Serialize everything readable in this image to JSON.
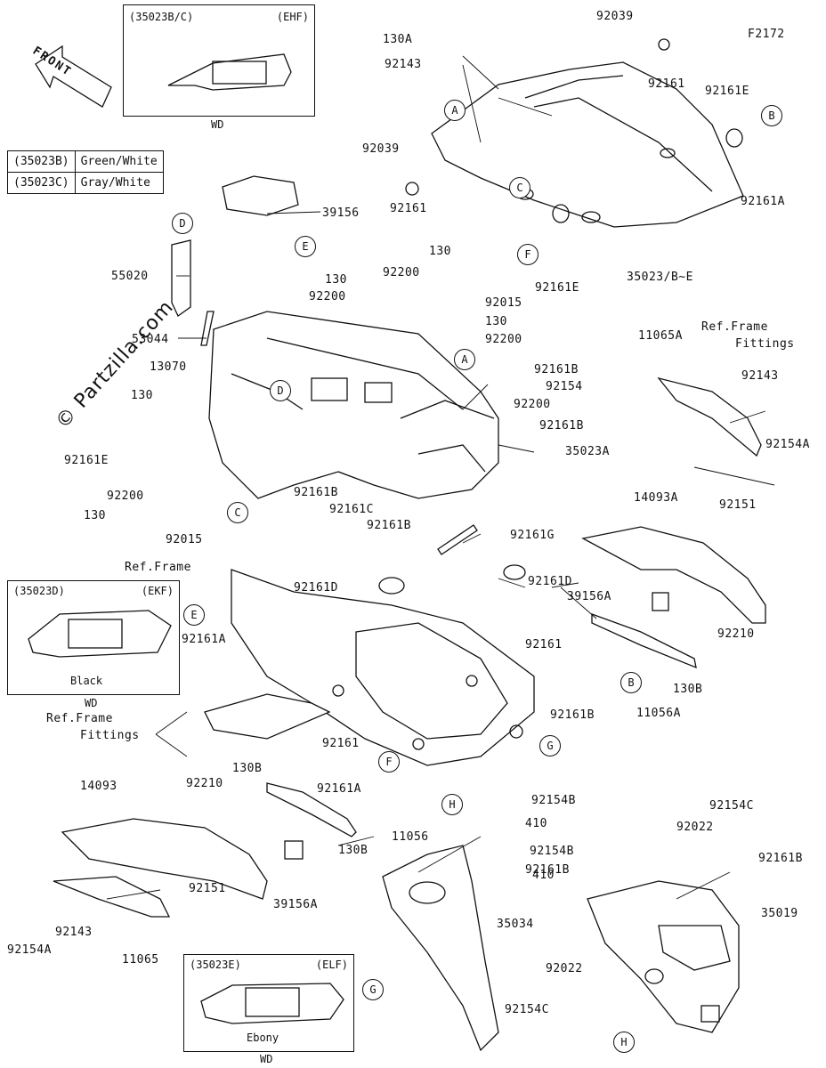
{
  "figure_id": "F2172",
  "front_label": "FRONT",
  "watermark": "© Partzilla.com",
  "color_table": {
    "rows": [
      {
        "code": "(35023B)",
        "color": "Green/White"
      },
      {
        "code": "(35023C)",
        "color": "Gray/White"
      }
    ]
  },
  "insets": [
    {
      "code": "(35023B/C)",
      "variant": "(EHF)",
      "note": "WD",
      "color": ""
    },
    {
      "code": "(35023D)",
      "variant": "(EKF)",
      "note": "WD",
      "color": "Black"
    },
    {
      "code": "(35023E)",
      "variant": "(ELF)",
      "note": "WD",
      "color": "Ebony"
    }
  ],
  "callouts": [
    "A",
    "A",
    "B",
    "B",
    "C",
    "C",
    "D",
    "D",
    "E",
    "E",
    "F",
    "F",
    "G",
    "G",
    "H",
    "H"
  ],
  "part_labels": [
    "130A",
    "92039",
    "92143",
    "92161",
    "92161E",
    "92039",
    "92161",
    "39156",
    "55020",
    "130",
    "92200",
    "92200",
    "130",
    "92015",
    "130",
    "92200",
    "53044",
    "13070",
    "130",
    "92161E",
    "92200",
    "130",
    "92015",
    "92161B",
    "92154",
    "92200",
    "92161B",
    "35023A",
    "92161B",
    "92161C",
    "92161B",
    "92161G",
    "92161D",
    "92161D",
    "14093A",
    "92151",
    "39156A",
    "92210",
    "92161",
    "130B",
    "11056A",
    "92161B",
    "92161A",
    "11065A",
    "92143",
    "92154A",
    "35023/B~E",
    "92161E",
    "92161A",
    "Ref.Frame",
    "Ref.Frame",
    "Fittings",
    "Ref.Frame",
    "Fittings",
    "92161A",
    "92161",
    "130B",
    "11056",
    "130B",
    "14093",
    "92210",
    "39156A",
    "92151",
    "92143",
    "92154A",
    "11065",
    "92154B",
    "410",
    "92154B",
    "410",
    "35034",
    "92154C",
    "92022",
    "92161B",
    "92161B",
    "35019",
    "92022",
    "92154C"
  ]
}
